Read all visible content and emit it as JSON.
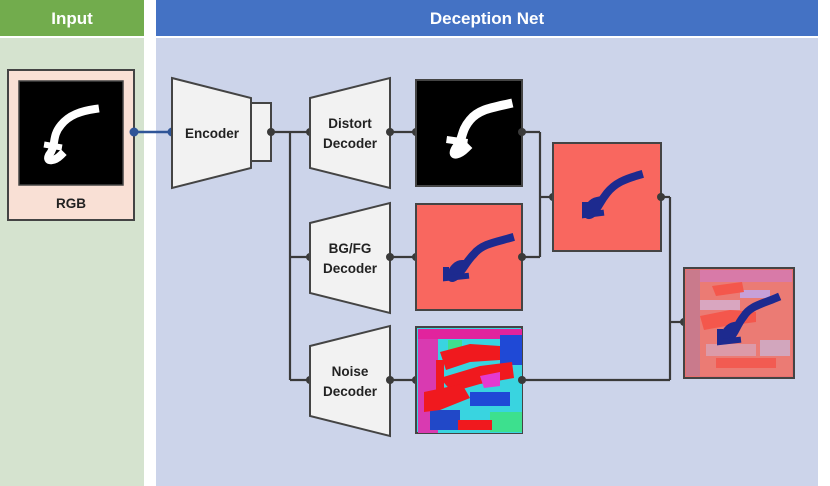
{
  "headers": {
    "input": "Input",
    "deception_net": "Deception Net"
  },
  "input": {
    "label": "RGB"
  },
  "blocks": {
    "encoder": "Encoder",
    "distort_decoder": [
      "Distort",
      "Decoder"
    ],
    "bgfg_decoder": [
      "BG/FG",
      "Decoder"
    ],
    "noise_decoder": [
      "Noise",
      "Decoder"
    ]
  },
  "colors": {
    "input_header": "#72ac4d",
    "input_panel": "#d5e3cf",
    "net_header": "#4472c4",
    "net_panel": "#ccd4ea",
    "rgb_frame_fill": "#f9e0d5",
    "block_fill": "#f2f2f2",
    "salmon": "#f9675f",
    "digit_navy": "#1d2a8f",
    "input_link": "#2f5597"
  }
}
